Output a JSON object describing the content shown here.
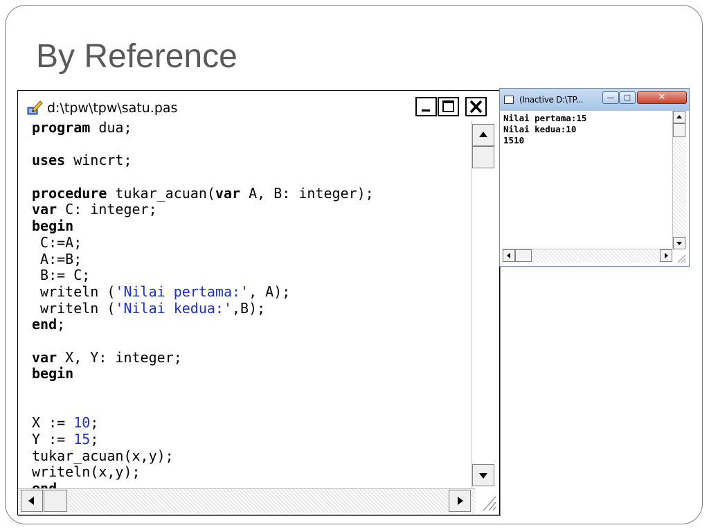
{
  "slide": {
    "title": "By Reference"
  },
  "editor": {
    "window_title": "d:\\tpw\\tpw\\satu.pas",
    "code_lines": [
      [
        {
          "t": "program",
          "c": "kw"
        },
        {
          "t": " dua;"
        }
      ],
      [],
      [
        {
          "t": "uses",
          "c": "kw"
        },
        {
          "t": " wincrt;"
        }
      ],
      [],
      [
        {
          "t": "procedure",
          "c": "kw"
        },
        {
          "t": " tukar_acuan("
        },
        {
          "t": "var",
          "c": "kw"
        },
        {
          "t": " A, B: integer);"
        }
      ],
      [
        {
          "t": "var",
          "c": "kw"
        },
        {
          "t": " C: integer;"
        }
      ],
      [
        {
          "t": "begin",
          "c": "kw"
        }
      ],
      [
        {
          "t": " C:=A;"
        }
      ],
      [
        {
          "t": " A:=B;"
        }
      ],
      [
        {
          "t": " B:= C;"
        }
      ],
      [
        {
          "t": " writeln ("
        },
        {
          "t": "'Nilai pertama:'",
          "c": "str"
        },
        {
          "t": ", A);"
        }
      ],
      [
        {
          "t": " writeln ("
        },
        {
          "t": "'Nilai kedua:'",
          "c": "str"
        },
        {
          "t": ",B);"
        }
      ],
      [
        {
          "t": "end",
          "c": "kw"
        },
        {
          "t": ";"
        }
      ],
      [],
      [
        {
          "t": "var",
          "c": "kw"
        },
        {
          "t": " X, Y: integer;"
        }
      ],
      [
        {
          "t": "begin",
          "c": "kw"
        }
      ],
      [],
      [],
      [
        {
          "t": "X := "
        },
        {
          "t": "10",
          "c": "num"
        },
        {
          "t": ";"
        }
      ],
      [
        {
          "t": "Y := "
        },
        {
          "t": "15",
          "c": "num"
        },
        {
          "t": ";"
        }
      ],
      [
        {
          "t": "tukar_acuan(x,y);"
        }
      ],
      [
        {
          "t": "writeln(x,y);"
        }
      ],
      [
        {
          "t": "end.",
          "c": "kw"
        }
      ]
    ],
    "buttons": {
      "minimize": "_",
      "maximize": "□",
      "close": "✕"
    }
  },
  "output": {
    "window_title": "(Inactive D:\\TP...",
    "lines": [
      "Nilai pertama:15",
      "Nilai kedua:10",
      "1510"
    ],
    "buttons": {
      "minimize": "—",
      "maximize": "□",
      "close": "✕"
    }
  },
  "colors": {
    "title": "#595959",
    "keyword": "#000000",
    "string": "#1b2fd6",
    "titlebar_active": "#a9c5e8",
    "close_button": "#c8452f"
  },
  "icons": {
    "editor_app": "editor-pen-icon",
    "output_app": "console-window-icon"
  }
}
